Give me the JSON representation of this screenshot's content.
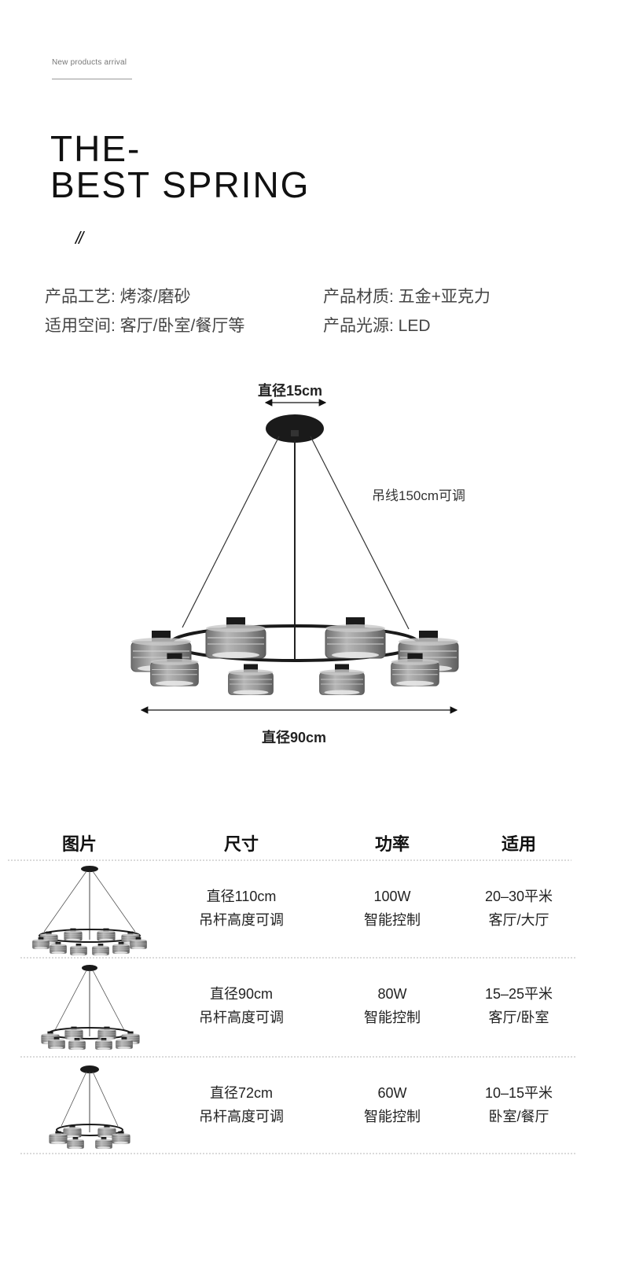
{
  "header": {
    "eyebrow": "New products arrival",
    "title_line1": "THE-",
    "title_line2": "BEST SPRING",
    "slash": "//"
  },
  "specs": {
    "process": "产品工艺: 烤漆/磨砂",
    "material": "产品材质: 五金+亚克力",
    "space": "适用空间: 客厅/卧室/餐厅等",
    "light_source": "产品光源: LED"
  },
  "diagram": {
    "canopy_diameter": "直径15cm",
    "cable_length": "吊线150cm可调",
    "ring_diameter": "直径90cm"
  },
  "table": {
    "headers": [
      "图片",
      "尺寸",
      "功率",
      "适用"
    ],
    "rows": [
      {
        "size": "直径110cm",
        "size_note": "吊杆高度可调",
        "power": "100W",
        "control": "智能控制",
        "area": "20–30平米",
        "rooms": "客厅/大厅"
      },
      {
        "size": "直径90cm",
        "size_note": "吊杆高度可调",
        "power": "80W",
        "control": "智能控制",
        "area": "15–25平米",
        "rooms": "客厅/卧室"
      },
      {
        "size": "直径72cm",
        "size_note": "吊杆高度可调",
        "power": "60W",
        "control": "智能控制",
        "area": "10–15平米",
        "rooms": "卧室/餐厅"
      }
    ]
  },
  "colors": {
    "metal": "#1a1a1a",
    "glass": "#8f8f8f",
    "glass_light": "#d9d9d9"
  }
}
